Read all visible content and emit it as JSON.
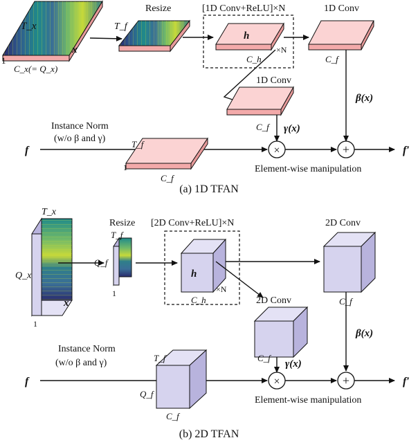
{
  "panel_1d": {
    "caption": "(a) 1D TFAN",
    "input_time_label": "T_x",
    "input_sym": "x",
    "input_one": "1",
    "input_width_label": "C_x(= Q_x)",
    "resize_label": "Resize",
    "resized_time_label": "T_f",
    "conv_block_label": "[1D Conv+ReLU]×N",
    "hidden_sym": "h",
    "hidden_channels": "C_h",
    "repeat_label": "×N",
    "conv_beta_label": "1D Conv",
    "conv_beta_channels": "C_f",
    "conv_gamma_label": "1D Conv",
    "conv_gamma_channels": "C_f",
    "beta_label": "β(x)",
    "gamma_label": "γ(x)",
    "norm_label_1": "Instance Norm",
    "norm_label_2": "(w/o β and γ)",
    "feature_in": "f",
    "feature_out": "f′",
    "norm_time_label": "T_f",
    "norm_one": "1",
    "norm_channels": "C_f",
    "mult_op": "×",
    "add_op": "+",
    "elementwise_label": "Element-wise manipulation"
  },
  "panel_2d": {
    "caption": "(b) 2D TFAN",
    "input_time_label": "T_x",
    "input_freq_label": "Q_x",
    "input_sym": "x",
    "input_one": "1",
    "resize_label": "Resize",
    "resized_time_label": "T_f",
    "resized_freq_label": "Q_f",
    "resized_one": "1",
    "conv_block_label": "[2D Conv+ReLU]×N",
    "hidden_sym": "h",
    "hidden_channels": "C_h",
    "repeat_label": "×N",
    "conv_beta_label": "2D Conv",
    "conv_beta_channels": "C_f",
    "conv_gamma_label": "2D Conv",
    "conv_gamma_channels": "C_f",
    "beta_label": "β(x)",
    "gamma_label": "γ(x)",
    "norm_label_1": "Instance Norm",
    "norm_label_2": "(w/o β and γ)",
    "feature_in": "f",
    "feature_out": "f′",
    "norm_time_label": "T_f",
    "norm_freq_label": "Q_f",
    "norm_channels": "C_f",
    "mult_op": "×",
    "add_op": "+",
    "elementwise_label": "Element-wise manipulation"
  },
  "colors": {
    "pink_layer": "#f3aaaa",
    "lavender_block": "#d6d3ee",
    "spectrogram_dark": "#2b2c6e",
    "spectrogram_mid": "#1f8a8a",
    "spectrogram_bright": "#c6d93a"
  }
}
